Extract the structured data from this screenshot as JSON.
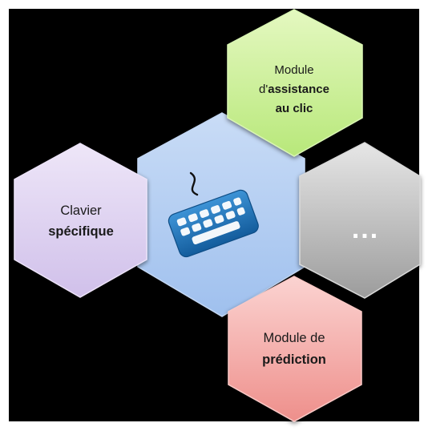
{
  "modules": {
    "assistance": {
      "line1": "Module",
      "line2_normal": "d'",
      "line2_bold": "assistance",
      "line3": "au clic",
      "color": "#c6ef8a"
    },
    "clavier": {
      "line1": "Clavier",
      "line2": "spécifique",
      "color": "#ddd0f0"
    },
    "more": {
      "label": "...",
      "color": "#b3b3b3"
    },
    "prediction": {
      "line1": "Module de",
      "line2": "prédiction",
      "color": "#f4a9a6"
    },
    "center": {
      "icon": "keyboard-icon",
      "color": "#a9c8f2",
      "icon_color": "#1d73b6"
    }
  },
  "background_color": "#000000"
}
